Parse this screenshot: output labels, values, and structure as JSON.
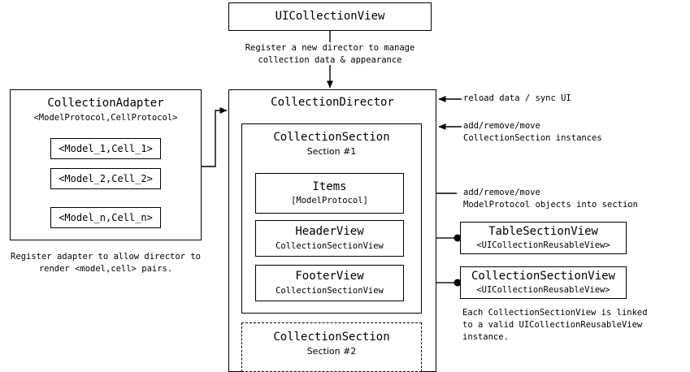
{
  "diagram": {
    "title_box": {
      "label": "UICollectionView"
    },
    "register_note": "Register a new director to manage\ncollection data & appearance",
    "adapter": {
      "title": "CollectionAdapter",
      "subtitle": "<ModelProtocol,CellProtocol>",
      "pairs": [
        {
          "label": "<Model_1,Cell_1>"
        },
        {
          "label": "<Model_2,Cell_2>"
        },
        {
          "label": "<Model_n,Cell_n>"
        }
      ],
      "note": "Register adapter to allow director to\nrender <model,cell> pairs."
    },
    "director": {
      "title": "CollectionDirector",
      "section_one": {
        "title": "CollectionSection",
        "subtitle": "Section #1",
        "items": {
          "title": "Items",
          "subtitle": "[ModelProtocol]"
        },
        "header": {
          "title": "HeaderView",
          "subtitle": "CollectionSectionView"
        },
        "footer": {
          "title": "FooterView",
          "subtitle": "CollectionSectionView"
        }
      },
      "section_two": {
        "title": "CollectionSection",
        "subtitle": "Section #2"
      }
    },
    "right_notes": {
      "reload": "reload data / sync UI",
      "sections": "add/remove/move\nCollectionSection instances",
      "items": "add/remove/move\nModelProtocol objects into section",
      "footnote": "Each CollectionSectionView is linked\nto a valid UICollectionReusableView\ninstance."
    },
    "reusable_views": [
      {
        "title": "TableSectionView",
        "subtitle": "<UICollectionReusableView>"
      },
      {
        "title": "CollectionSectionView",
        "subtitle": "<UICollectionReusableView>"
      }
    ],
    "colors": {
      "stroke": "#000000",
      "background": "#ffffff",
      "link_line": "#555555"
    }
  }
}
